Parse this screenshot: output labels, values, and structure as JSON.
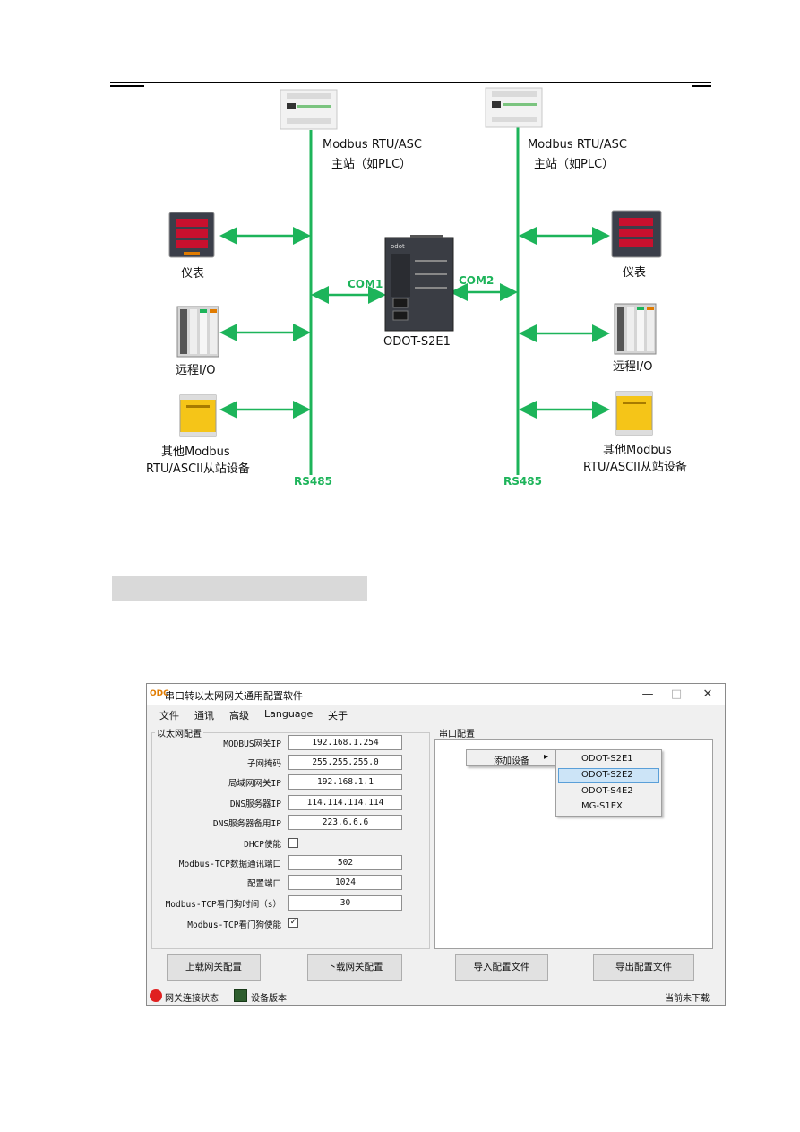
{
  "diagram": {
    "left_master_label_1": "Modbus RTU/ASC",
    "left_master_label_2": "主站（如PLC）",
    "right_master_label_1": "Modbus RTU/ASC",
    "right_master_label_2": "主站（如PLC）",
    "left_meter": "仪表",
    "left_remote_io": "远程I/O",
    "left_slave_1": "其他Modbus",
    "left_slave_2": "RTU/ASCII从站设备",
    "right_meter": "仪表",
    "right_remote_io": "远程I/O",
    "right_slave_1": "其他Modbus",
    "right_slave_2": "RTU/ASCII从站设备",
    "com1": "COM1",
    "com2": "COM2",
    "gateway_name": "ODOT-S2E1",
    "bus_left": "RS485",
    "bus_right": "RS485",
    "gateway_small_text": "odot"
  },
  "window": {
    "logo": "ODC",
    "title": "串口转以太网网关通用配置软件",
    "minimize": "—",
    "maximize": "□",
    "close": "✕",
    "menu": [
      "文件",
      "通讯",
      "高级",
      "Language",
      "关于"
    ],
    "ethernet_group": "以太网配置",
    "serial_group": "串口配置",
    "fields": [
      {
        "label": "MODBUS网关IP",
        "value": "192.168.1.254"
      },
      {
        "label": "子网掩码",
        "value": "255.255.255.0"
      },
      {
        "label": "局域网网关IP",
        "value": "192.168.1.1"
      },
      {
        "label": "DNS服务器IP",
        "value": "114.114.114.114"
      },
      {
        "label": "DNS服务器备用IP",
        "value": "223.6.6.6"
      },
      {
        "label": "DHCP使能",
        "value": ""
      },
      {
        "label": "Modbus-TCP数据通讯端口",
        "value": "502"
      },
      {
        "label": "配置端口",
        "value": "1024"
      },
      {
        "label": "Modbus-TCP看门狗时间（s）",
        "value": "30"
      },
      {
        "label": "Modbus-TCP看门狗使能",
        "value": "✓"
      }
    ],
    "context_menu": {
      "item": "添加设备",
      "arrow": "▸",
      "submenu": [
        "ODOT-S2E1",
        "ODOT-S2E2",
        "ODOT-S4E2",
        "MG-S1EX"
      ],
      "highlighted": "ODOT-S2E2"
    },
    "buttons": {
      "upload": "上载网关配置",
      "download": "下载网关配置",
      "import": "导入配置文件",
      "export": "导出配置文件"
    },
    "status": {
      "connection": "网关连接状态",
      "version": "设备版本",
      "download_state": "当前未下载"
    }
  },
  "colors": {
    "bus_green": "#1db45a",
    "highlight": "#cce4f7",
    "highlight_border": "#5a9fd8",
    "status_red": "#e02020"
  }
}
